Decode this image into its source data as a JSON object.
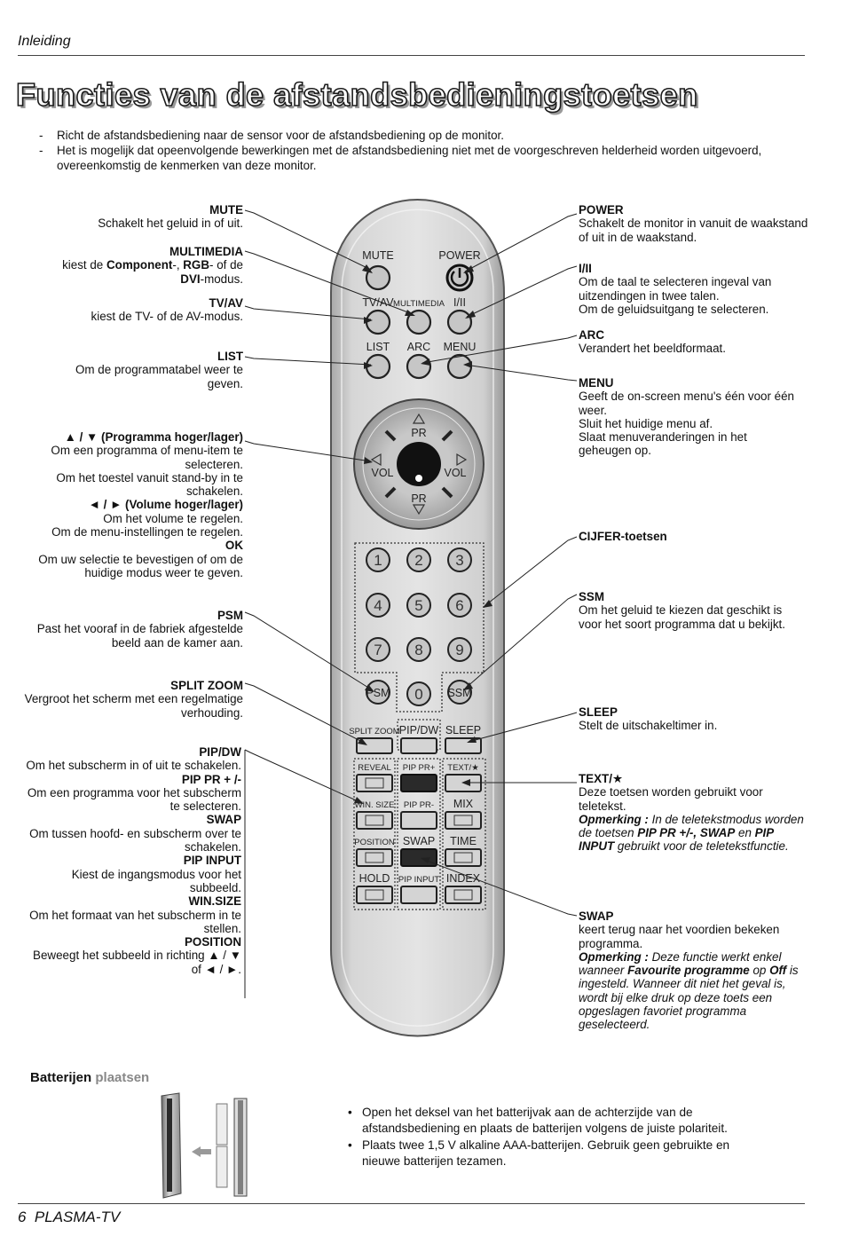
{
  "header": {
    "section": "Inleiding"
  },
  "title": "Functies van de afstandsbedieningstoetsen",
  "intro": [
    "Richt de afstandsbediening naar de sensor voor de afstandsbediening op de monitor.",
    "Het is mogelijk dat opeenvolgende bewerkingen met de afstandsbediening niet met de voorgeschreven helderheid worden uitgevoerd, overeenkomstig de kenmerken van deze monitor."
  ],
  "left": {
    "mute": {
      "title": "MUTE",
      "desc": "Schakelt het geluid in of uit."
    },
    "multimedia": {
      "title": "MULTIMEDIA",
      "desc_a": "kiest de ",
      "b1": "Component",
      "desc_b": "-, ",
      "b2": "RGB",
      "desc_c": "- of de",
      "b3": "DVI",
      "desc_d": "-modus."
    },
    "tvav": {
      "title": "TV/AV",
      "desc": "kiest de TV- of de AV-modus."
    },
    "list": {
      "title": "LIST",
      "desc": "Om de programmatabel weer te geven."
    },
    "pr": {
      "title": "▲ / ▼ (Programma hoger/lager)",
      "desc1": "Om een programma of menu-item te selecteren.",
      "desc2": "Om het toestel vanuit stand-by in te schakelen."
    },
    "vol": {
      "title": "◄ / ► (Volume hoger/lager)",
      "desc1": "Om het volume te regelen.",
      "desc2": "Om de menu-instellingen te regelen."
    },
    "ok": {
      "title": "OK",
      "desc": "Om uw selectie te bevestigen of om de huidige modus weer te geven."
    },
    "psm": {
      "title": "PSM",
      "desc": "Past het vooraf in de fabriek afgestelde beeld aan de kamer aan."
    },
    "splitzoom": {
      "title": "SPLIT ZOOM",
      "desc": "Vergroot het scherm met een regelmatige verhouding."
    },
    "pipdw": {
      "title": "PIP/DW",
      "desc": "Om het subscherm in of uit te schakelen."
    },
    "pippr": {
      "title": "PIP PR + /-",
      "desc": "Om een programma voor het subscherm te selecteren."
    },
    "swap": {
      "title": "SWAP",
      "desc": "Om tussen hoofd- en subscherm over te schakelen."
    },
    "pipinput": {
      "title": "PIP INPUT",
      "desc": "Kiest de ingangsmodus voor het subbeeld."
    },
    "winsize": {
      "title": "WIN.SIZE",
      "desc": "Om het formaat van het subscherm in te stellen."
    },
    "position": {
      "title": "POSITION",
      "desc": "Beweegt het subbeeld in richting ▲ / ▼ of ◄ / ►."
    }
  },
  "right": {
    "power": {
      "title": "POWER",
      "desc": "Schakelt de monitor in vanuit de waakstand of uit in de waakstand."
    },
    "i_ii": {
      "title": "I/II",
      "desc1": "Om de taal te selecteren ingeval van uitzendingen in twee talen.",
      "desc2": "Om de geluidsuitgang te selecteren."
    },
    "arc": {
      "title": "ARC",
      "desc": "Verandert het beeldformaat."
    },
    "menu": {
      "title": "MENU",
      "desc1": "Geeft de on-screen menu's één voor één weer.",
      "desc2": "Sluit het huidige menu af.",
      "desc3": "Slaat menuveranderingen in het geheugen op."
    },
    "cijfer": {
      "title": "CIJFER-toetsen"
    },
    "ssm": {
      "title": "SSM",
      "desc": "Om het geluid te kiezen dat geschikt is voor het soort programma dat u bekijkt."
    },
    "sleep": {
      "title": "SLEEP",
      "desc": "Stelt de uitschakeltimer in."
    },
    "text": {
      "title": "TEXT/★",
      "desc": "Deze toetsen worden gebruikt voor teletekst.",
      "note_label": "Opmerking :",
      "note_a": " In de teletekstmodus worden de toetsen ",
      "note_b": "PIP PR +/-, SWAP",
      "note_c": " en ",
      "note_d": "PIP INPUT",
      "note_e": " gebruikt voor de teletekstfunctie."
    },
    "swap": {
      "title": "SWAP",
      "desc": "keert terug naar het voordien bekeken programma.",
      "note_label": "Opmerking :",
      "note_a": " Deze functie werkt enkel wanneer ",
      "note_b": "Favourite programme",
      "note_c": " op ",
      "note_d": "Off",
      "note_e": " is ingesteld. Wanneer dit niet het geval is, wordt bij elke druk op deze toets een opgeslagen favoriet programma geselecteerd."
    }
  },
  "remote": {
    "mute": "MUTE",
    "power": "POWER",
    "tvav": "TV/AV",
    "multimedia": "MULTIMEDIA",
    "i_ii": "I/II",
    "list": "LIST",
    "arc": "ARC",
    "menu": "MENU",
    "pr": "PR",
    "vol": "VOL",
    "digits": [
      "1",
      "2",
      "3",
      "4",
      "5",
      "6",
      "7",
      "8",
      "9",
      "0"
    ],
    "psm": "PSM",
    "ssm": "SSM",
    "splitzoom": "SPLIT ZOOM",
    "pipdw": "PIP/DW",
    "sleep": "SLEEP",
    "reveal": "REVEAL",
    "pipprplus": "PIP PR+",
    "text": "TEXT/★",
    "winsize": "WIN. SIZE",
    "pipprminus": "PIP PR-",
    "mix": "MIX",
    "position": "POSITION",
    "swap": "SWAP",
    "time": "TIME",
    "hold": "HOLD",
    "pipinput": "PIP INPUT",
    "index": "INDEX"
  },
  "battery": {
    "title_a": "Batterijen",
    "title_b": "plaatsen",
    "items": [
      "Open het deksel van het batterijvak aan de achterzijde van de afstandsbediening en plaats de batterijen volgens de juiste polariteit.",
      "Plaats twee 1,5 V alkaline AAA-batterijen. Gebruik geen gebruikte en nieuwe batterijen tezamen."
    ]
  },
  "footer": {
    "page": "6",
    "product": "PLASMA-TV"
  }
}
